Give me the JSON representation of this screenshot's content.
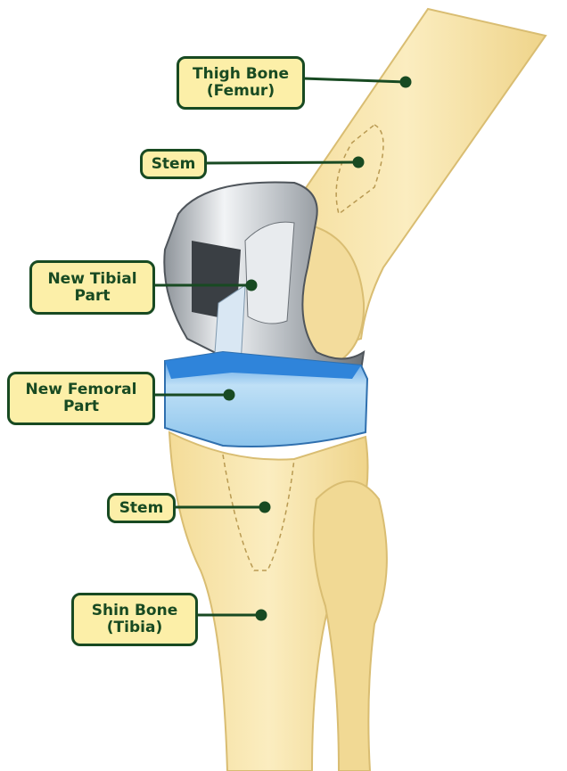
{
  "labels": {
    "femur": {
      "line1": "Thigh Bone",
      "line2": "(Femur)"
    },
    "stem_upper": {
      "text": "Stem"
    },
    "tibial_part": {
      "line1": "New Tibial",
      "line2": "Part"
    },
    "femoral_part": {
      "line1": "New Femoral",
      "line2": "Part"
    },
    "stem_lower": {
      "text": "Stem"
    },
    "tibia": {
      "line1": "Shin Bone",
      "line2": "(Tibia)"
    }
  },
  "colors": {
    "label_fill": "#fcefa8",
    "label_border": "#184a22",
    "bone": "#f6e2a2",
    "implant_metal": "#c9ccd0",
    "spacer_blue": "#5aa6e6"
  }
}
